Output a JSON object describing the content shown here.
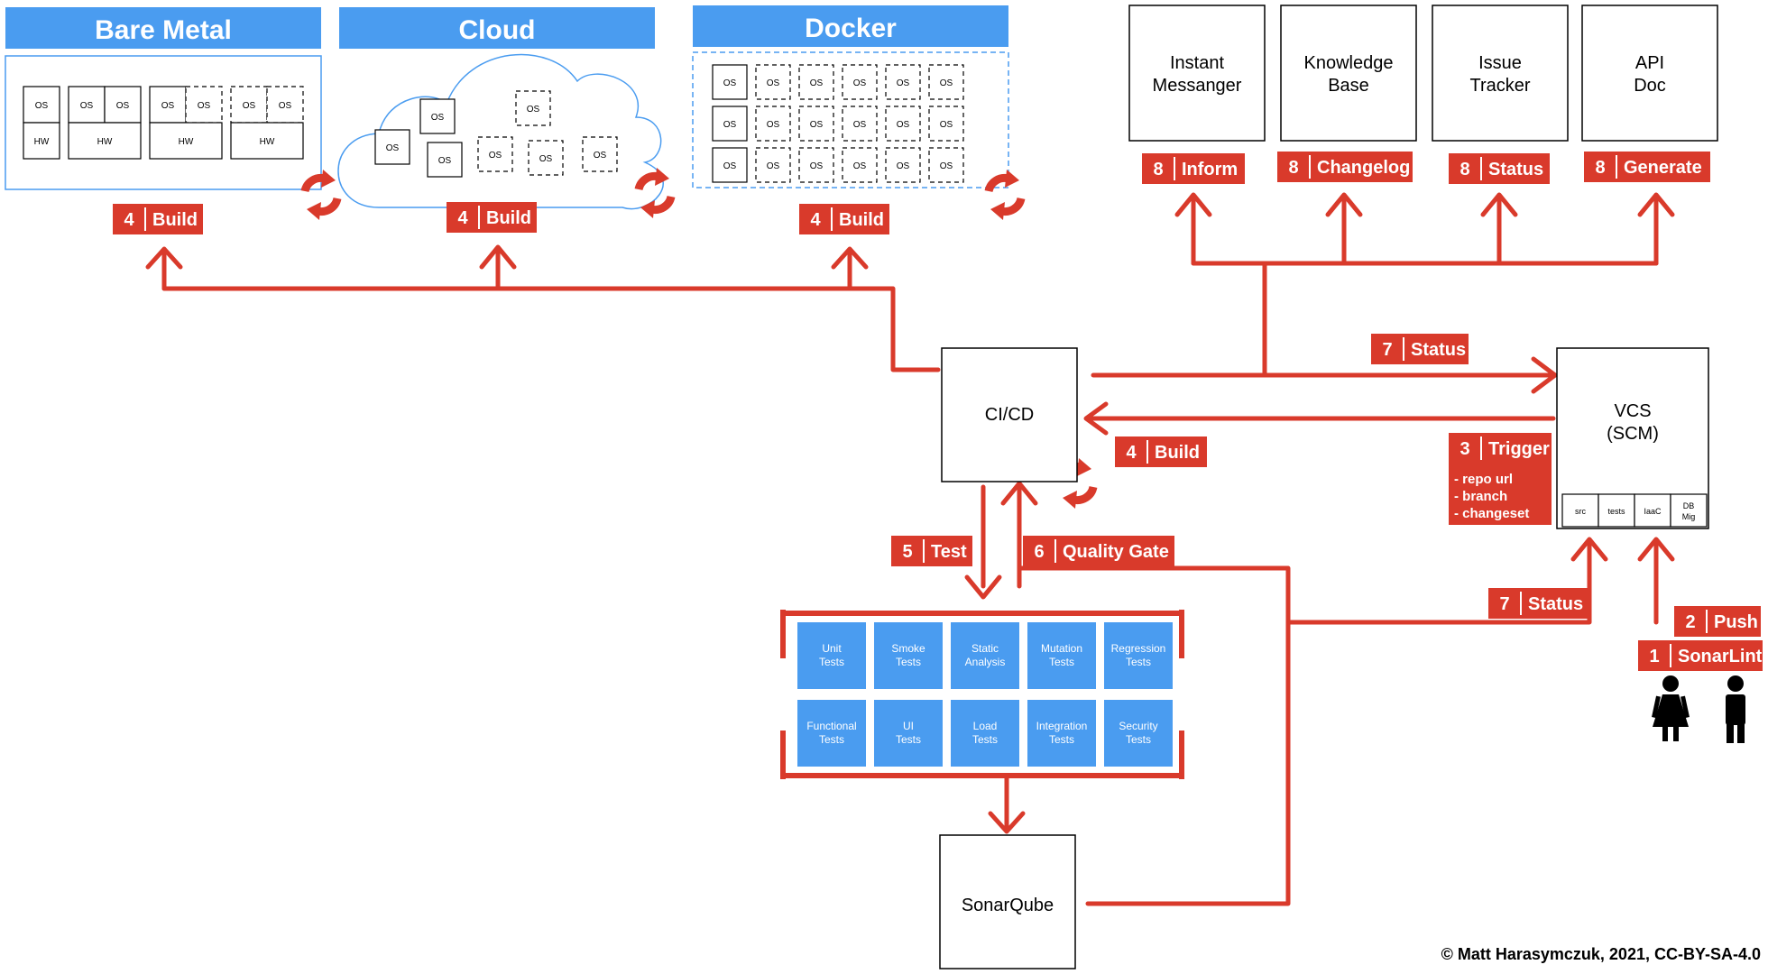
{
  "environments": {
    "bare_metal": "Bare Metal",
    "cloud": "Cloud",
    "docker": "Docker",
    "os": "OS",
    "hw": "HW"
  },
  "tools": {
    "instant_messenger": [
      "Instant",
      "Messanger"
    ],
    "knowledge_base": [
      "Knowledge",
      "Base"
    ],
    "issue_tracker": [
      "Issue",
      "Tracker"
    ],
    "api_doc": [
      "API",
      "Doc"
    ]
  },
  "nodes": {
    "cicd": "CI/CD",
    "vcs": [
      "VCS",
      "(SCM)"
    ],
    "sonarqube": "SonarQube"
  },
  "vcs_parts": [
    "src",
    "tests",
    "IaaC",
    "DB",
    "Mig"
  ],
  "steps": {
    "sonarlint": {
      "num": "1",
      "label": "SonarLint"
    },
    "push": {
      "num": "2",
      "label": "Push"
    },
    "trigger": {
      "num": "3",
      "label": "Trigger",
      "details": [
        "- repo url",
        "- branch",
        "- changeset"
      ]
    },
    "build": {
      "num": "4",
      "label": "Build"
    },
    "test": {
      "num": "5",
      "label": "Test"
    },
    "quality_gate": {
      "num": "6",
      "label": "Quality Gate"
    },
    "status": {
      "num": "7",
      "label": "Status"
    },
    "inform": {
      "num": "8",
      "label": "Inform"
    },
    "changelog": {
      "num": "8",
      "label": "Changelog"
    },
    "status8": {
      "num": "8",
      "label": "Status"
    },
    "generate": {
      "num": "8",
      "label": "Generate"
    }
  },
  "tests": [
    [
      "Unit",
      "Tests"
    ],
    [
      "Smoke",
      "Tests"
    ],
    [
      "Static",
      "Analysis"
    ],
    [
      "Mutation",
      "Tests"
    ],
    [
      "Regression",
      "Tests"
    ],
    [
      "Functional",
      "Tests"
    ],
    [
      "UI",
      "Tests"
    ],
    [
      "Load",
      "Tests"
    ],
    [
      "Integration",
      "Tests"
    ],
    [
      "Security",
      "Tests"
    ]
  ],
  "copyright": "© Matt Harasymczuk, 2021, CC-BY-SA-4.0",
  "colors": {
    "red": "#d93a2b",
    "blue": "#4a9cf0",
    "black": "#000000"
  }
}
